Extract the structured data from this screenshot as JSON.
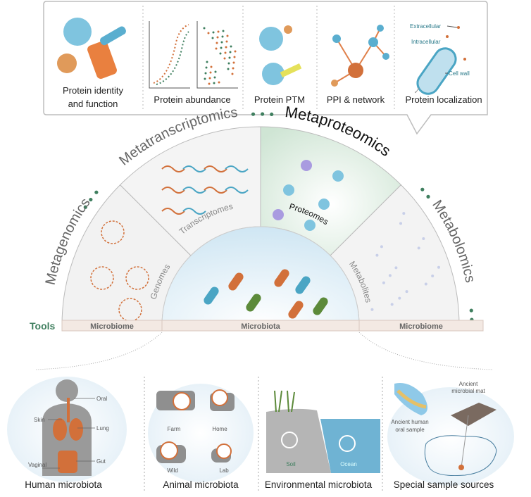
{
  "top_panels": [
    {
      "label_line1": "Protein identity",
      "label_line2": "and function"
    },
    {
      "label": "Protein abundance"
    },
    {
      "label": "Protein PTM"
    },
    {
      "label": "PPI & network"
    },
    {
      "label": "Protein localization",
      "annotations": {
        "extracellular": "Extracellular",
        "intracellular": "Intracellular",
        "cell_wall": "Cell wall"
      }
    }
  ],
  "omics": {
    "metagenomics": "Metagenomics",
    "metatranscriptomics": "Metatranscriptomics",
    "metaproteomics": "Metaproteomics",
    "metabolomics": "Metabolomics"
  },
  "inner_labels": {
    "genomes": "Genomes",
    "transcriptomes": "Transcriptomes",
    "proteomes": "Proteomes",
    "metabolites": "Metabolites"
  },
  "band": {
    "tools": "Tools",
    "left": "Microbiome",
    "center": "Microbiota",
    "right": "Microbiome"
  },
  "bottom_panels": {
    "human": {
      "label": "Human microbiota",
      "oral": "Oral",
      "skin": "Skin",
      "lung": "Lung",
      "gut": "Gut",
      "vaginal": "Vaginal"
    },
    "animal": {
      "label": "Animal microbiota",
      "farm": "Farm",
      "home": "Home",
      "wild": "Wild",
      "lab": "Lab"
    },
    "environmental": {
      "label": "Environmental microbiota",
      "soil": "Soil",
      "ocean": "Ocean"
    },
    "special": {
      "label": "Special sample sources",
      "mat_line1": "Ancient",
      "mat_line2": "microbial mat",
      "oral_line1": "Ancient human",
      "oral_line2": "oral sample"
    }
  },
  "colors": {
    "accent_green": "#3f7f5f",
    "orange": "#d2703a",
    "teal": "#4aa5c4",
    "proteome_bg": "#d7eadc"
  }
}
